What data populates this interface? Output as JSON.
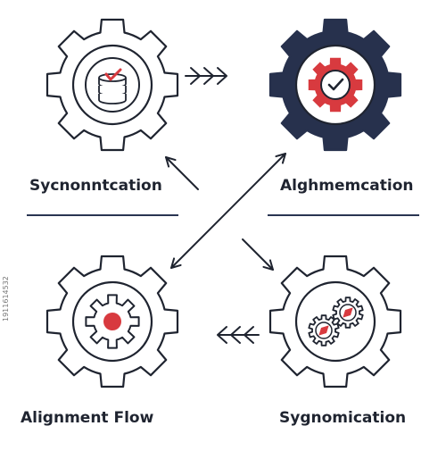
{
  "colors": {
    "ink": "#1f2430",
    "navy": "#27314d",
    "red": "#d83a3f",
    "white": "#ffffff"
  },
  "nodes": [
    {
      "id": "top-left",
      "label": "Sycnonntcation",
      "icon": "database-check-icon",
      "style": "outline"
    },
    {
      "id": "top-right",
      "label": "Alghmemcation",
      "icon": "gear-check-icon",
      "style": "filled"
    },
    {
      "id": "bottom-left",
      "label": "Alignment Flow",
      "icon": "gear-dot-icon",
      "style": "outline"
    },
    {
      "id": "bottom-right",
      "label": "Sygnomication",
      "icon": "mini-gears-icon",
      "style": "outline"
    }
  ],
  "arrows": [
    {
      "from": "top-left",
      "to": "top-right",
      "kind": "chevrons-right"
    },
    {
      "from": "bottom-right",
      "to": "bottom-left",
      "kind": "chevrons-left"
    },
    {
      "from": "center",
      "to": "top-left",
      "kind": "arrow"
    },
    {
      "from": "center",
      "to": "bottom-right",
      "kind": "arrow"
    },
    {
      "from": "bottom-left",
      "to": "top-right",
      "kind": "double-arrow"
    }
  ],
  "watermark_id": "1911614532"
}
